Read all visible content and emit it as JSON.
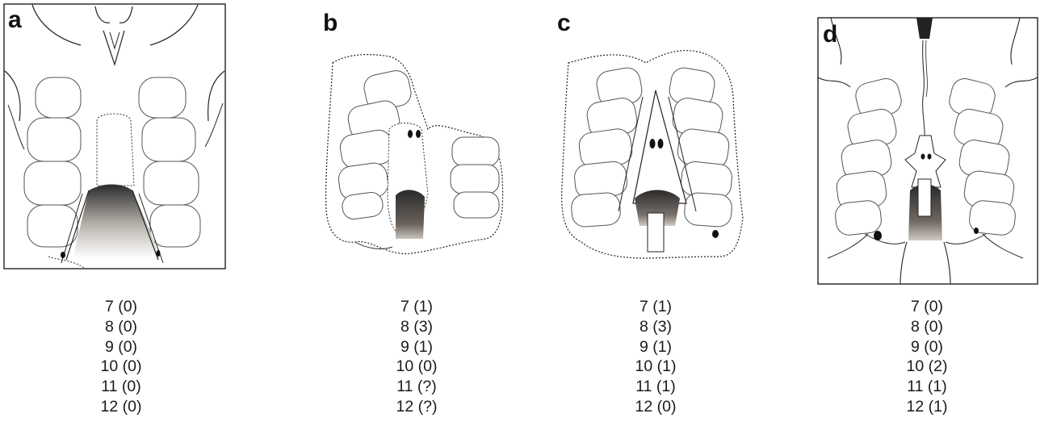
{
  "panels": [
    {
      "label": "a",
      "codes": [
        "7 (0)",
        "8 (0)",
        "9 (0)",
        "10 (0)",
        "11 (0)",
        "12 (0)"
      ]
    },
    {
      "label": "b",
      "codes": [
        "7 (1)",
        "8 (3)",
        "9 (1)",
        "10 (0)",
        "11 (?)",
        "12 (?)"
      ]
    },
    {
      "label": "c",
      "codes": [
        "7 (1)",
        "8 (3)",
        "9 (1)",
        "10 (1)",
        "11 (1)",
        "12 (0)"
      ]
    },
    {
      "label": "d",
      "codes": [
        "7 (0)",
        "8 (0)",
        "9 (0)",
        "10 (2)",
        "11 (1)",
        "12 (1)"
      ]
    }
  ]
}
